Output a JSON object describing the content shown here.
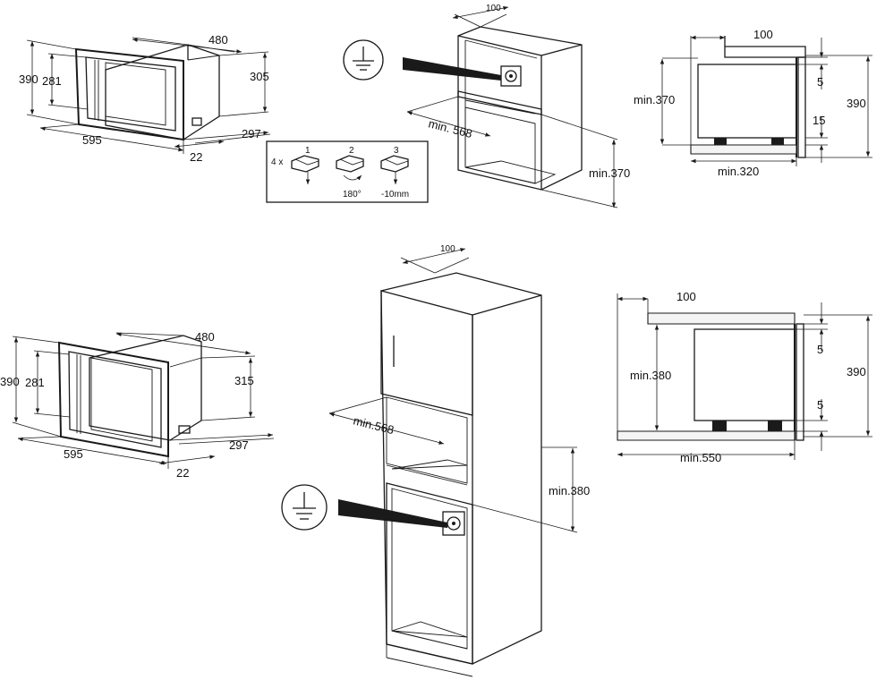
{
  "panel_a": {
    "w": "480",
    "h_total": "390",
    "h_inner": "281",
    "depth": "305",
    "front_w": "595",
    "side": "297",
    "frame": "22"
  },
  "panel_b": {
    "top_gap": "100",
    "width": "min. 568",
    "height": "min.370"
  },
  "panel_c": {
    "top": "100",
    "left_h": "min.370",
    "g1": "5",
    "g2": "15",
    "right_h": "390",
    "bottom_w": "min.320"
  },
  "steps": {
    "count": "4 x",
    "s1": "1",
    "s2": "2",
    "s3": "3",
    "rot": "180°",
    "down": "-10mm"
  },
  "panel_d": {
    "w": "480",
    "h_total": "390",
    "h_inner": "281",
    "depth": "315",
    "front_w": "595",
    "side": "297",
    "frame": "22"
  },
  "panel_e": {
    "top_gap": "100",
    "width": "min.568",
    "height": "min.380"
  },
  "panel_f": {
    "top": "100",
    "left_h": "min.380",
    "g1": "5",
    "g2": "5",
    "right_h": "390",
    "bottom_w": "min.550"
  }
}
